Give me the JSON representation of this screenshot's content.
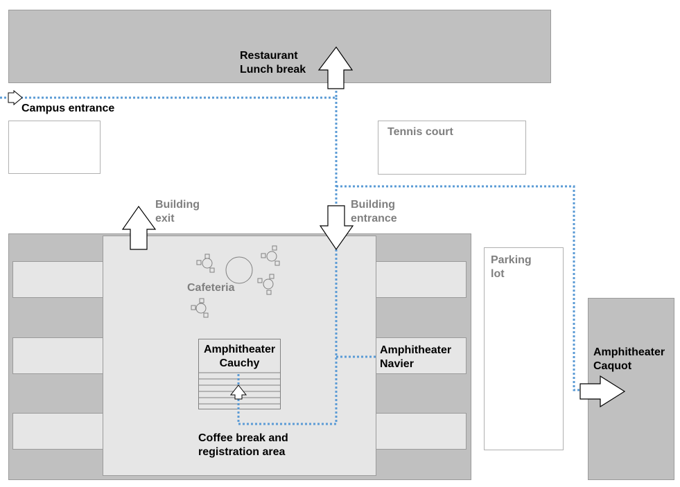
{
  "labels": {
    "restaurant_line1": "Restaurant",
    "restaurant_line2": "Lunch break",
    "campus_entrance": "Campus entrance",
    "tennis_court": "Tennis court",
    "building_exit_line1": "Building",
    "building_exit_line2": "exit",
    "building_entrance_line1": "Building",
    "building_entrance_line2": "entrance",
    "parking_line1": "Parking",
    "parking_line2": "lot",
    "cafeteria": "Cafeteria",
    "cauchy_line1": "Amphitheater",
    "cauchy_line2": "Cauchy",
    "navier_line1": "Amphitheater",
    "navier_line2": "Navier",
    "caquot_line1": "Amphitheater",
    "caquot_line2": "Caquot",
    "coffee_line1": "Coffee break and",
    "coffee_line2": "registration area"
  },
  "colors": {
    "building_dark": "#c0c0c0",
    "building_light": "#e6e6e6",
    "path": "#5b9bd5",
    "grey_text": "#7f7f7f"
  },
  "icons": [
    "arrow-up-icon",
    "arrow-down-icon",
    "arrow-right-icon",
    "table-chairs-icon"
  ]
}
